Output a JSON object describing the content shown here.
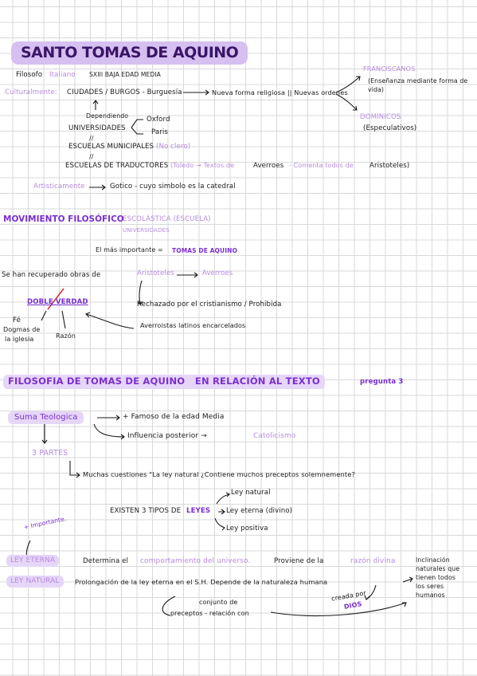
{
  "colors": {
    "accent_light": "#b88be0",
    "accent_dark": "#7a2fd0",
    "highlight": "#d6bff1",
    "grid": "#d9d9d9"
  },
  "title": "SANTO TOMAS DE AQUINO",
  "line1": {
    "a": "Filosofo",
    "b": "Italiano",
    "c": "SXIII BAJA EDAD MEDIA"
  },
  "cultural": {
    "label": "Culturalmente:",
    "ciudades": "CIUDADES / BURGOS - Burguesía",
    "nueva": "Nueva forma religiosa || Nuevas ordenes",
    "franciscanos": "FRANCISCANOS",
    "franciscanos_desc": "(Enseñanza mediante forma de vida)",
    "dominicos": "DOMINICOS",
    "dominicos_desc": "(Especulativos)",
    "dependiendo": "Dependiendo",
    "universidades": "UNIVERSIDADES",
    "oxford": "Oxford",
    "paris": "Paris",
    "escuelas_mun": "ESCUELAS MUNICIPALES",
    "no_clero": "(No clero)",
    "escuelas_trad": "ESCUELAS DE TRADUCTORES",
    "toledo": "(Toledo → Textos de",
    "averroes": "Averroes",
    "comenta": "- Comenta todos de",
    "aristoteles": "Aristoteles)"
  },
  "artistic": {
    "label": "Artisticamente",
    "text": "Gotico - cuyo simbolo es la catedral"
  },
  "movimiento": {
    "title": "MOVIMIENTO FILOSÓFICO",
    "escolastica": "ESCOLÁSTICA (ESCUELA)",
    "universidades": "UNIVERSIDADES",
    "importante": "El más importante =",
    "tomas": "TOMAS DE AQUINO"
  },
  "recuperado": {
    "text": "Se han recuperado obras de",
    "aristoteles": "Aristoteles",
    "averroes": "Averroes"
  },
  "doble": {
    "label": "DOBLE VERDAD",
    "fe": "Fé",
    "dogmas1": "Dogmas de",
    "dogmas2": "la iglesia",
    "razon": "Razón",
    "rechazado": "Rechazado por el cristianismo / Prohibida",
    "averroistas": "Averroistas latinos encarcelados"
  },
  "section2": {
    "title": "FILOSOFIA DE TOMAS DE AQUINO   EN RELACIÓN AL TEXTO",
    "pregunta": "pregunta 3"
  },
  "suma": {
    "label": "Suma Teologica",
    "famoso": "+ Famoso de la edad Media",
    "influencia": "Influencia posterior →",
    "catolicismo": "Catolicismo",
    "partes": "3 PARTES",
    "cuestiones": "Muchas cuestiones  \"La ley natural ¿Contiene muchos preceptos solemnemente?"
  },
  "leyes": {
    "existen": "EXISTEN 3 TIPOS DE",
    "leyes_word": "LEYES",
    "natural": "Ley natural",
    "eterna": "Ley eterna (divino)",
    "positiva": "Ley positiva",
    "importante": "+ Importante."
  },
  "eterna_def": {
    "label": "LEY ETERNA",
    "a": "Determina el",
    "b": "comportamiento del universo.",
    "c": "Proviene de la",
    "d": "razón divina"
  },
  "natural_def": {
    "label": "LEY NATURAL",
    "text": "Prolongación de la ley eterna en el S.H. Depende de la naturaleza humana",
    "inclinacion": [
      "Inclinación",
      "naturales que",
      "tienen todos",
      "los seres",
      "humanos"
    ],
    "creada": "creada por",
    "dios": "DIOS",
    "conjunto1": "conjunto de",
    "conjunto2": "preceptos - relación con"
  }
}
